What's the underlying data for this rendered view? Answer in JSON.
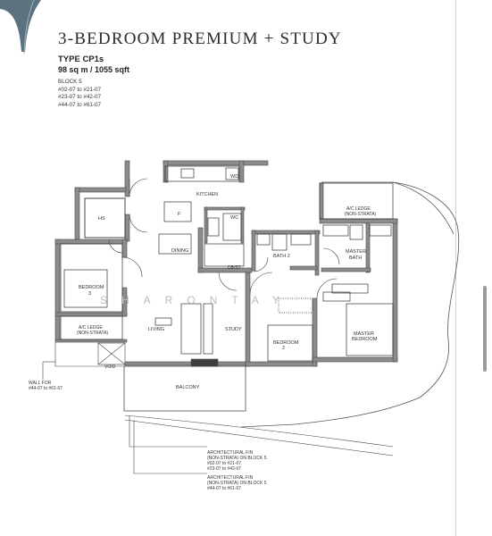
{
  "title": "3-BEDROOM PREMIUM + STUDY",
  "type_code": "TYPE CP1s",
  "area": "98 sq m / 1055 sqft",
  "block": {
    "name": "BLOCK 5",
    "units": [
      "#02-07 to #21-07",
      "#23-07 to #42-07",
      "#44-07 to #61-07"
    ]
  },
  "rooms": {
    "kitchen": "KITCHEN",
    "wd": "WD",
    "hs": "HS",
    "f": "F",
    "wc": "WC",
    "dining": "DINING",
    "db_st": "DB/ST",
    "bath2": "BATH 2",
    "master_bath_1": "MASTER",
    "master_bath_2": "BATH",
    "ac_ledge_top_1": "A/C LEDGE",
    "ac_ledge_top_2": "(NON-STRATA)",
    "bedroom3_1": "BEDROOM",
    "bedroom3_2": "3",
    "ac_ledge_left_1": "A/C LEDGE",
    "ac_ledge_left_2": "(NON-STRATA)",
    "living": "LIVING",
    "study": "STUDY",
    "bedroom2_1": "BEDROOM",
    "bedroom2_2": "2",
    "master_bedroom_1": "MASTER",
    "master_bedroom_2": "BEDROOM",
    "void": "VOID",
    "balcony": "BALCONY"
  },
  "notes": {
    "wall_for_1": "WALL FOR",
    "wall_for_2": "#44-07 to #61-07",
    "fin1": [
      "ARCHITECTURAL FIN",
      "(NON-STRATA) ON BLOCK 5",
      "#02-07 to #21-07",
      "#23-07 to #42-07"
    ],
    "fin2": [
      "ARCHITECTURAL FIN",
      "(NON-STRATA) ON BLOCK 5",
      "#44-07 to #61-07"
    ]
  },
  "watermark": "SHARONTAY"
}
